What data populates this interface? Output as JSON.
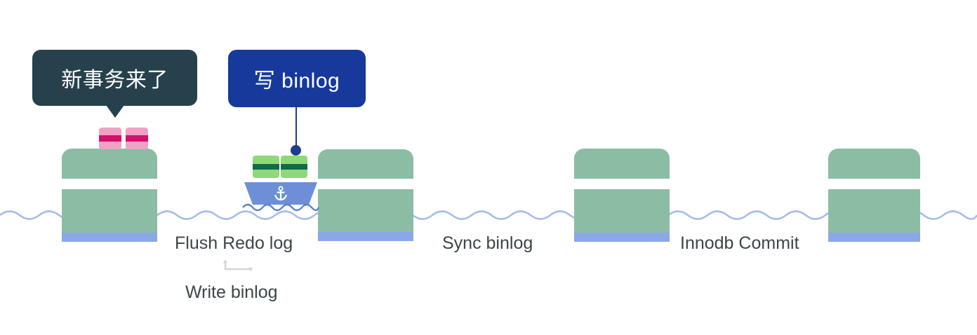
{
  "diagram": {
    "title": "MySQL two-phase commit shipping diagram",
    "background": "#ffffff",
    "colors": {
      "pier_green": "#8bbda4",
      "pier_base_blue": "#8aa8e8",
      "water_blue": "#a8bce8",
      "bubble_dark": "#26414b",
      "bubble_blue": "#17399c",
      "cargo_pink": "#f0a2c4",
      "cargo_pink_band": "#d4106a",
      "container_green": "#8fd97a",
      "container_green_band": "#12694b",
      "ship_hull": "#6d8fd8",
      "label_text": "#3c4548",
      "connector": "#1b3c8f"
    }
  },
  "bubbles": {
    "new_transaction": {
      "text": "新事务来了",
      "style": "dark-with-tail"
    },
    "write_binlog": {
      "text": "写 binlog",
      "style": "blue-with-line"
    }
  },
  "ship": {
    "anchor_icon": "anchor-icon",
    "containers": [
      {
        "id": "container-1",
        "color": "green"
      },
      {
        "id": "container-2",
        "color": "green"
      }
    ]
  },
  "pier_cargo": [
    {
      "id": "cargo-1",
      "color": "pink"
    },
    {
      "id": "cargo-2",
      "color": "pink"
    }
  ],
  "stations": [
    {
      "id": "station-1",
      "label": ""
    },
    {
      "id": "station-2",
      "label": ""
    },
    {
      "id": "station-3",
      "label": ""
    },
    {
      "id": "station-4",
      "label": ""
    }
  ],
  "stage_labels": {
    "flush_redo_log": "Flush Redo log",
    "write_binlog": "Write binlog",
    "sync_binlog": "Sync binlog",
    "innodb_commit": "Innodb Commit"
  }
}
